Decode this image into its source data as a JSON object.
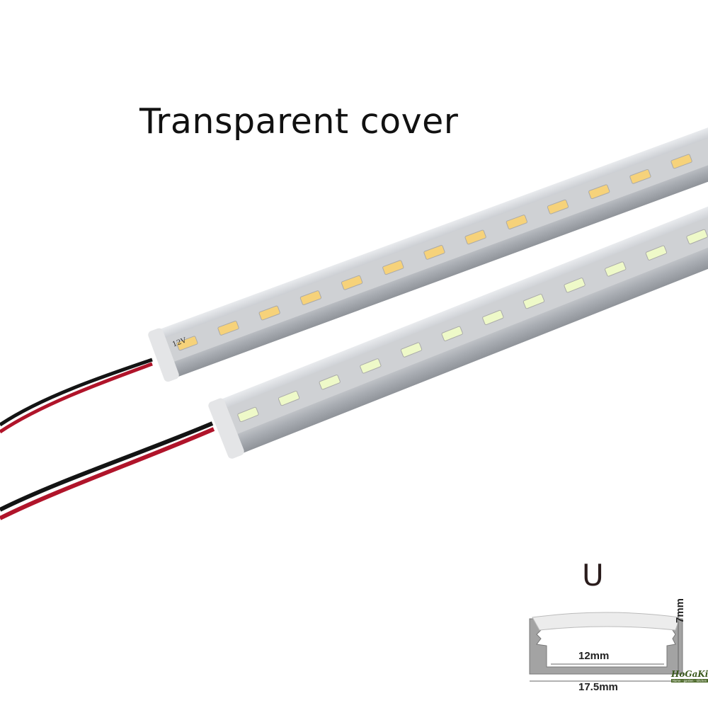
{
  "title": "Transparent cover",
  "bar_label": "12V",
  "profile": {
    "shape": "U",
    "inner_width": "12mm",
    "outer_width": "17.5mm",
    "height": "7mm"
  },
  "logo": {
    "name": "HoGaKi",
    "tagline": "Home - garden - kitchen"
  },
  "colors": {
    "wire_red": "#b0142a",
    "wire_black": "#141414",
    "aluminium": "#c9ccd0",
    "led_warm": "#f6d27a",
    "led_cool": "#eef9c8"
  }
}
